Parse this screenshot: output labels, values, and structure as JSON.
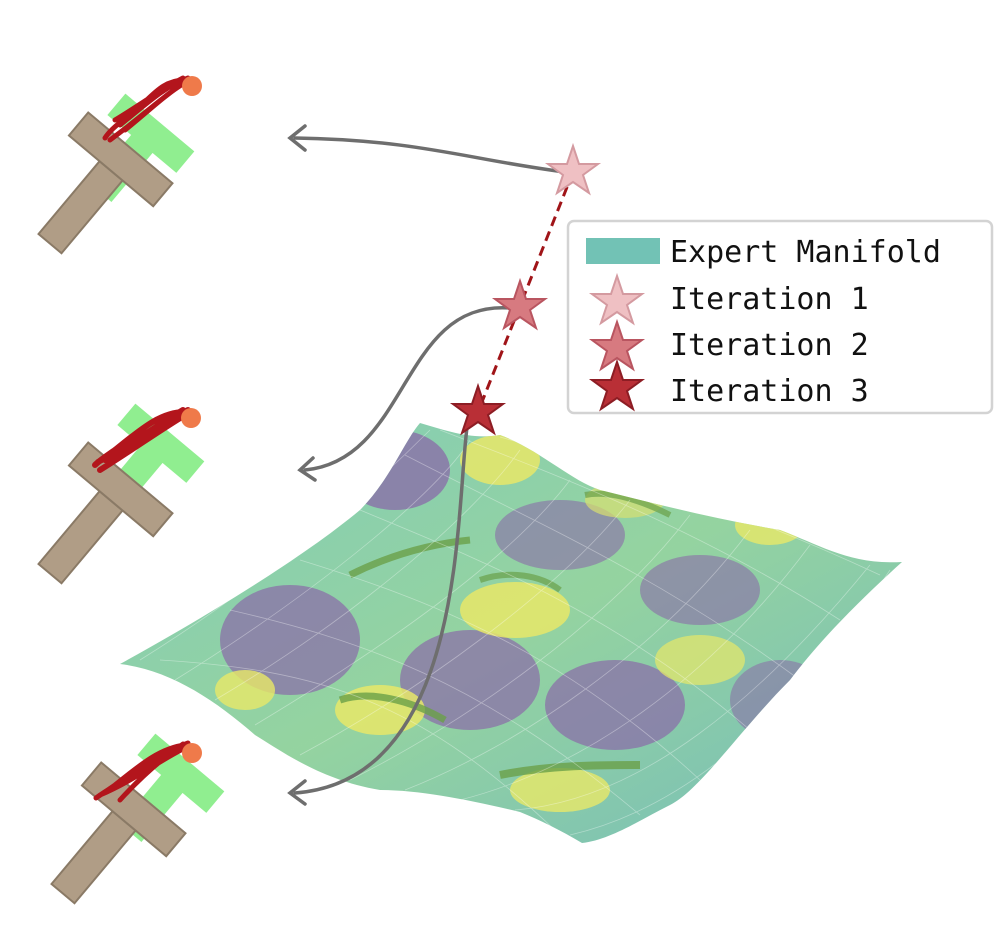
{
  "legend": {
    "items": [
      {
        "label": "Expert Manifold",
        "marker": "swatch",
        "color": "#72c2b5"
      },
      {
        "label": "Iteration 1",
        "marker": "star",
        "color": "#efc0c3",
        "stroke": "#d49aa0"
      },
      {
        "label": "Iteration 2",
        "marker": "star",
        "color": "#d77a80",
        "stroke": "#b95560"
      },
      {
        "label": "Iteration 3",
        "marker": "star",
        "color": "#b92f36",
        "stroke": "#8d1d24"
      }
    ]
  },
  "colors": {
    "trajectory": "#b3151c",
    "path_line": "#a01418",
    "arrow": "#6e6e6e",
    "t_block": "#b09d86",
    "goal_region": "#90ee90",
    "agent_dot": "#ef7a4a",
    "surface_low": "#8c6ea6",
    "surface_mid": "#72c2b5",
    "surface_high": "#e9e96a"
  },
  "icons": {
    "policy_rollout": "push-t-scene",
    "query_marker": "star-icon",
    "manifold": "wavy-surface"
  }
}
